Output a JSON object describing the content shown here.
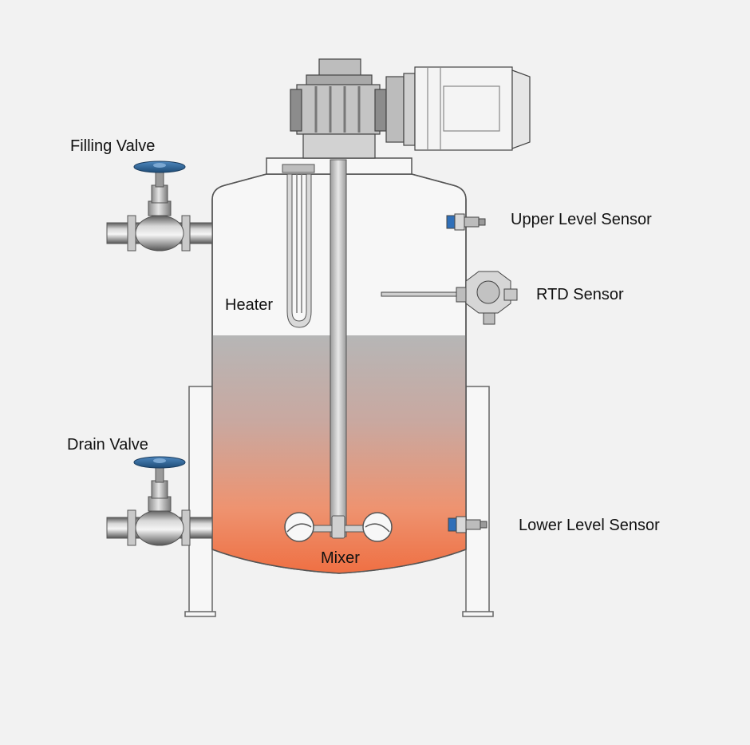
{
  "labels": {
    "filling_valve": "Filling Valve",
    "drain_valve": "Drain Valve",
    "heater": "Heater",
    "mixer": "Mixer",
    "upper_level_sensor": "Upper Level Sensor",
    "rtd_sensor": "RTD Sensor",
    "lower_level_sensor": "Lower Level Sensor"
  },
  "colors": {
    "background": "#f2f2f2",
    "outline": "#555555",
    "liquid_top": "#b6b6b6",
    "liquid_bottom": "#ef6a3c",
    "valve_handwheel": "#2a5f8f",
    "sensor_blue": "#2f6fb8",
    "steel_dark": "#606060",
    "steel_light": "#dcdcdc"
  },
  "icons": {
    "motor": "electric-motor-icon",
    "gearbox": "gearbox-icon",
    "handwheel": "valve-handwheel-icon"
  }
}
